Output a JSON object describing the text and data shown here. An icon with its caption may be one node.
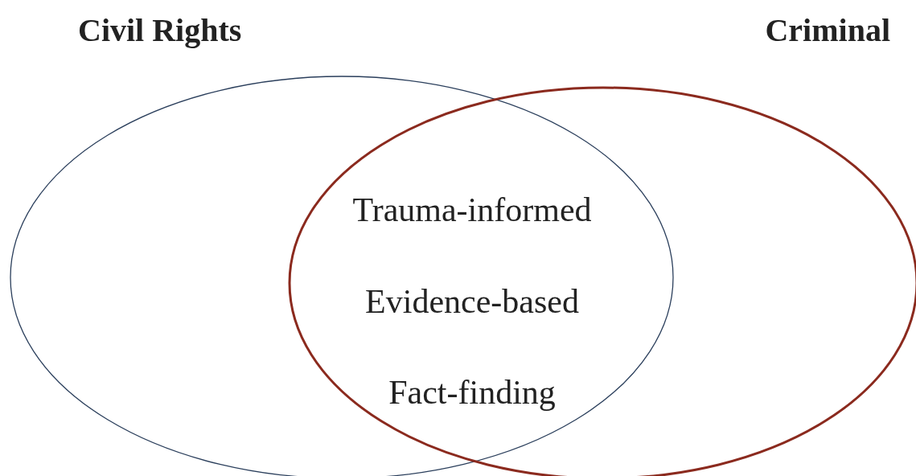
{
  "diagram": {
    "nodes": [
      {
        "text": [
          "Civil Rights"
        ]
      },
      {
        "text": [
          "Criminal"
        ]
      }
    ],
    "labels": [
      "Trauma-informed",
      "Evidence-based",
      "Fact-finding"
    ]
  }
}
